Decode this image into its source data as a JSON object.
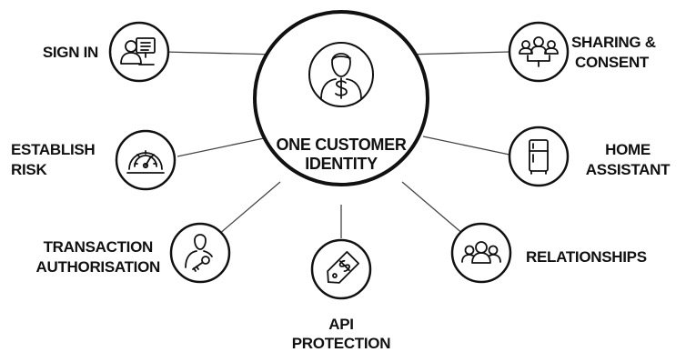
{
  "hub": {
    "line1": "ONE CUSTOMER",
    "line2": "IDENTITY",
    "icon": "customer-dollar-icon"
  },
  "nodes": [
    {
      "id": "sign-in",
      "lines": [
        "SIGN IN"
      ],
      "icon": "user-screen-icon"
    },
    {
      "id": "establish-risk",
      "lines": [
        "ESTABLISH",
        "RISK"
      ],
      "icon": "gauge-icon"
    },
    {
      "id": "transaction-authorisation",
      "lines": [
        "TRANSACTION",
        "AUTHORISATION"
      ],
      "icon": "user-key-icon"
    },
    {
      "id": "api-protection",
      "lines": [
        "API",
        "PROTECTION"
      ],
      "icon": "price-tag-icon"
    },
    {
      "id": "relationships",
      "lines": [
        "RELATIONSHIPS"
      ],
      "icon": "group-icon"
    },
    {
      "id": "home-assistant",
      "lines": [
        "HOME",
        "ASSISTANT"
      ],
      "icon": "fridge-icon"
    },
    {
      "id": "sharing-consent",
      "lines": [
        "SHARING &",
        "CONSENT"
      ],
      "icon": "people-share-icon"
    }
  ],
  "colors": {
    "stroke": "#111111",
    "connector": "#444444",
    "background": "#ffffff"
  }
}
